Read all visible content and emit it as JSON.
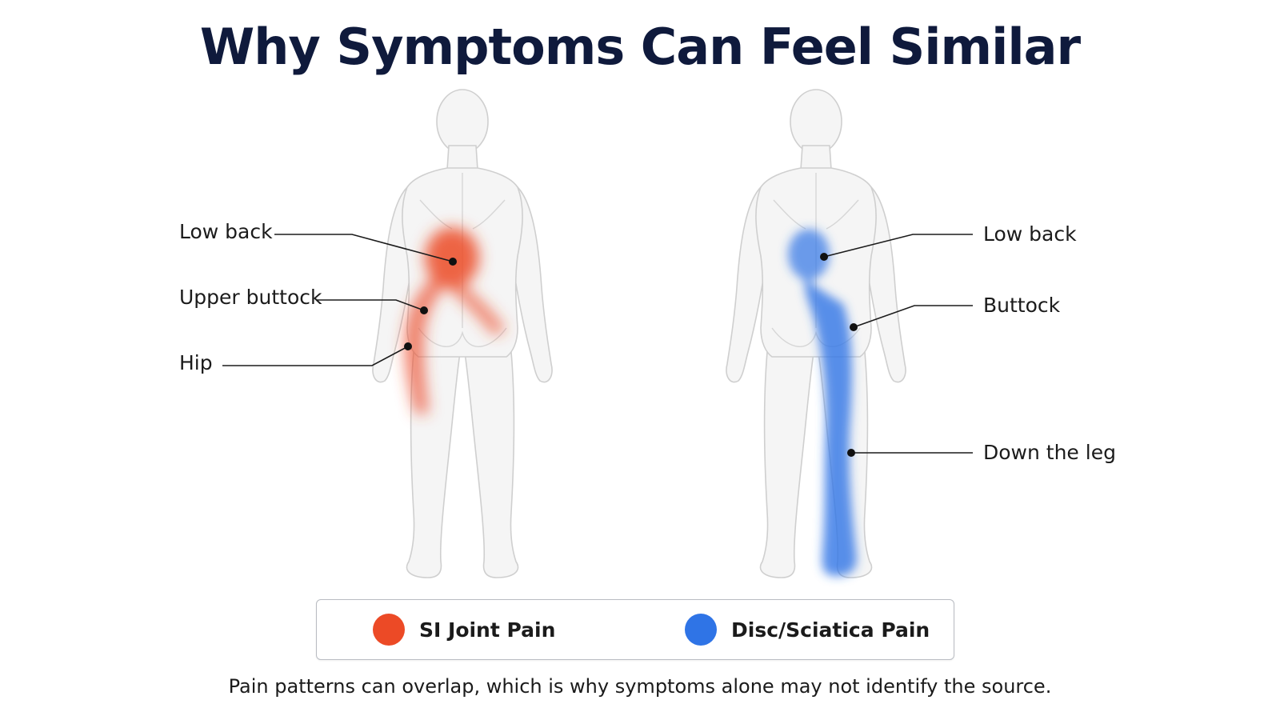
{
  "title": "Why Symptoms Can Feel Similar",
  "colors": {
    "si_joint": "#ec4a26",
    "disc_sciatica": "#2f74e6",
    "title": "#0f1a3c",
    "body_fill": "#f6f6f6",
    "body_stroke": "#cfcfcf"
  },
  "left_figure": {
    "labels": [
      "Low back",
      "Upper buttock",
      "Hip"
    ]
  },
  "right_figure": {
    "labels": [
      "Low back",
      "Buttock",
      "Down the leg"
    ]
  },
  "legend": {
    "items": [
      {
        "label": "SI Joint Pain",
        "color": "#ec4a26"
      },
      {
        "label": "Disc/Sciatica Pain",
        "color": "#2f74e6"
      }
    ]
  },
  "caption": "Pain patterns can overlap, which is why symptoms alone may not identify the source."
}
